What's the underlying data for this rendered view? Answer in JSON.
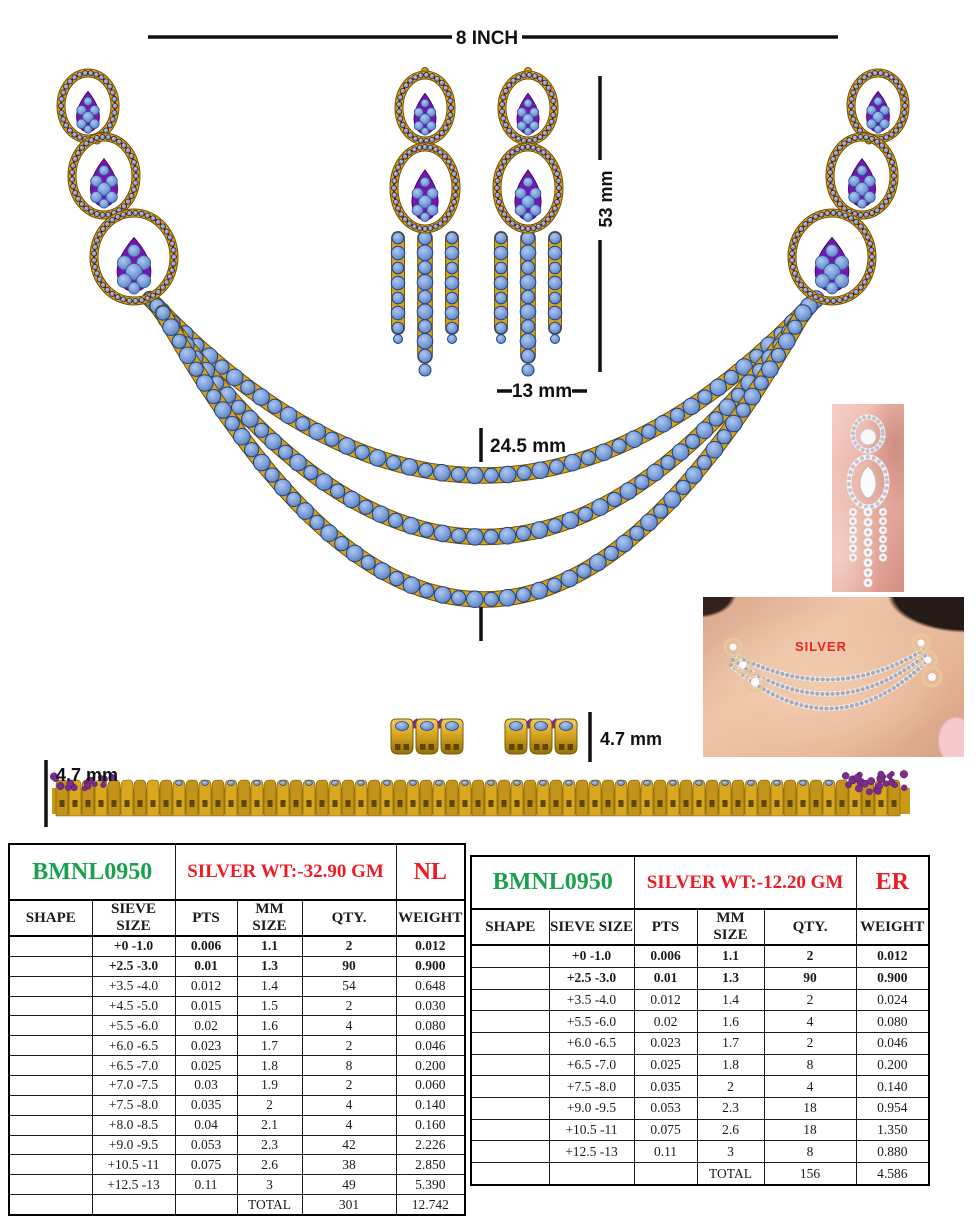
{
  "sheet": {
    "dimension_labels": {
      "necklace_width": "8 INCH",
      "earring_height": "53 mm",
      "earring_width": "13 mm",
      "strand_gap": "24.5 mm",
      "necklace_depth": "4.7 mm",
      "earring_depth": "4.7 mm"
    },
    "photo_caption": "SILVER"
  },
  "colors": {
    "gold": "#d5a51f",
    "stone_blue": "#7b9fd9",
    "accent_purple": "#7d13b5",
    "sku_green": "#18a24d",
    "label_red": "#ed1c24"
  },
  "tables": [
    {
      "sku": "BMNL0950",
      "weight_label": "SILVER WT:-32.90 GM",
      "item_code": "NL",
      "columns": [
        "SHAPE",
        "SIEVE SIZE",
        "PTS",
        "MM SIZE",
        "QTY.",
        "WEIGHT"
      ],
      "rows": [
        [
          "+0 -1.0",
          "0.006",
          "1.1",
          "2",
          "0.012"
        ],
        [
          "+2.5 -3.0",
          "0.01",
          "1.3",
          "90",
          "0.900"
        ],
        [
          "+3.5 -4.0",
          "0.012",
          "1.4",
          "54",
          "0.648"
        ],
        [
          "+4.5 -5.0",
          "0.015",
          "1.5",
          "2",
          "0.030"
        ],
        [
          "+5.5 -6.0",
          "0.02",
          "1.6",
          "4",
          "0.080"
        ],
        [
          "+6.0 -6.5",
          "0.023",
          "1.7",
          "2",
          "0.046"
        ],
        [
          "+6.5 -7.0",
          "0.025",
          "1.8",
          "8",
          "0.200"
        ],
        [
          "+7.0 -7.5",
          "0.03",
          "1.9",
          "2",
          "0.060"
        ],
        [
          "+7.5 -8.0",
          "0.035",
          "2",
          "4",
          "0.140"
        ],
        [
          "+8.0 -8.5",
          "0.04",
          "2.1",
          "4",
          "0.160"
        ],
        [
          "+9.0 -9.5",
          "0.053",
          "2.3",
          "42",
          "2.226"
        ],
        [
          "+10.5 -11",
          "0.075",
          "2.6",
          "38",
          "2.850"
        ],
        [
          "+12.5 -13",
          "0.11",
          "3",
          "49",
          "5.390"
        ]
      ],
      "bold_rows": [
        0,
        1
      ],
      "total": {
        "label": "TOTAL",
        "qty": "301",
        "weight": "12.742"
      }
    },
    {
      "sku": "BMNL0950",
      "weight_label": "SILVER WT:-12.20 GM",
      "item_code": "ER",
      "columns": [
        "SHAPE",
        "SIEVE SIZE",
        "PTS",
        "MM SIZE",
        "QTY.",
        "WEIGHT"
      ],
      "rows": [
        [
          "+0 -1.0",
          "0.006",
          "1.1",
          "2",
          "0.012"
        ],
        [
          "+2.5 -3.0",
          "0.01",
          "1.3",
          "90",
          "0.900"
        ],
        [
          "+3.5 -4.0",
          "0.012",
          "1.4",
          "2",
          "0.024"
        ],
        [
          "+5.5 -6.0",
          "0.02",
          "1.6",
          "4",
          "0.080"
        ],
        [
          "+6.0 -6.5",
          "0.023",
          "1.7",
          "2",
          "0.046"
        ],
        [
          "+6.5 -7.0",
          "0.025",
          "1.8",
          "8",
          "0.200"
        ],
        [
          "+7.5 -8.0",
          "0.035",
          "2",
          "4",
          "0.140"
        ],
        [
          "+9.0 -9.5",
          "0.053",
          "2.3",
          "18",
          "0.954"
        ],
        [
          "+10.5 -11",
          "0.075",
          "2.6",
          "18",
          "1.350"
        ],
        [
          "+12.5 -13",
          "0.11",
          "3",
          "8",
          "0.880"
        ]
      ],
      "bold_rows": [
        0,
        1
      ],
      "total": {
        "label": "TOTAL",
        "qty": "156",
        "weight": "4.586"
      }
    }
  ]
}
